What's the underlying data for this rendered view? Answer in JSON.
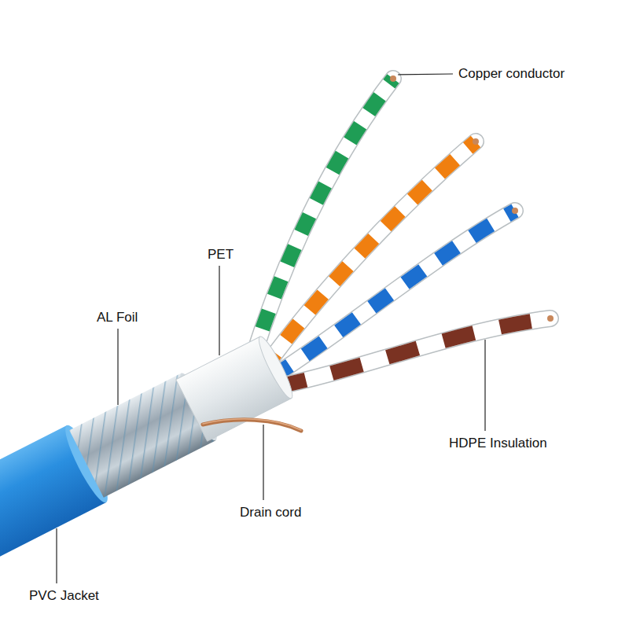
{
  "diagram": {
    "labels": [
      "Copper conductor",
      "PET",
      "AL Foil",
      "HDPE Insulation",
      "Drain cord",
      "PVC Jacket"
    ]
  }
}
